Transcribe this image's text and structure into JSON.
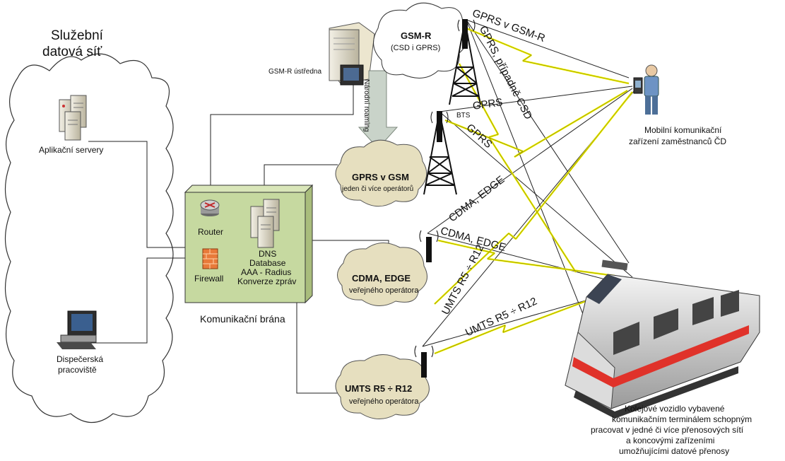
{
  "network": {
    "title_line1": "Služební",
    "title_line2": "datová síť",
    "app_servers": "Aplikační servery",
    "dispatch_line1": "Dispečerská",
    "dispatch_line2": "pracoviště"
  },
  "gateway": {
    "router": "Router",
    "firewall": "Firewall",
    "services": [
      "DNS",
      "Database",
      "AAA - Radius",
      "Konverze zpráv"
    ],
    "caption": "Komunikační brána"
  },
  "gsmr_exchange": "GSM-R ústředna",
  "national_roaming": "Národní roaming",
  "clouds": [
    {
      "title": "GSM-R",
      "sub": "(CSD i GPRS)"
    },
    {
      "title": "GPRS v GSM",
      "sub": "jeden či více operátorů"
    },
    {
      "title": "CDMA, EDGE",
      "sub": "veřejného operátora"
    },
    {
      "title": "UMTS R5 ÷ R12",
      "sub": "veřejného operátora"
    }
  ],
  "bts_label": "BTS",
  "links": {
    "gprs_v_gsmr": "GPRS v GSM-R",
    "gprs_csd": "GPRS, případně CSD",
    "gprs_a": "GPRS",
    "gprs_b": "GPRS",
    "cdma_edge_a": "CDMA, EDGE",
    "cdma_edge_b": "CDMA, EDGE",
    "umts_a": "UMTS R5 ÷ R12",
    "umts_b": "UMTS R5 ÷ R12"
  },
  "mobile_caption": [
    "Mobilní komunikační",
    "zařízení zaměstnanců ČD"
  ],
  "train_caption": [
    "Kolejové vozidlo vybavené",
    "komunikačním terminálem schopným",
    "pracovat v jedné či více přenosových sítí",
    "a koncovými zařízeními",
    "umožňujícími datové přenosy"
  ],
  "colors": {
    "gateway_green": "#c6d9a0",
    "cloud_fill": "#e6dfbf",
    "radio_link": "#f2f200",
    "train_red": "#e0322a"
  }
}
